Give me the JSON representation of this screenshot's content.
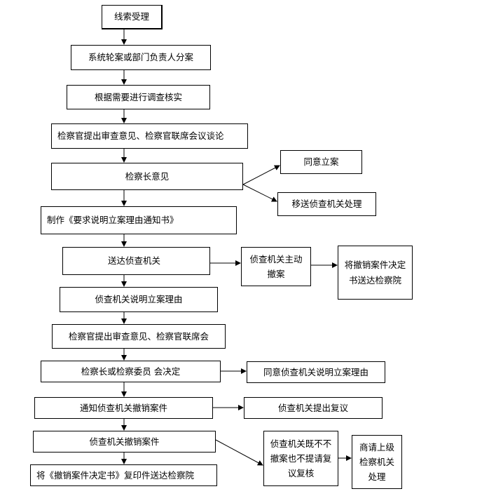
{
  "nodes": {
    "n1": "线索受理",
    "n2": "系统轮案或部门负责人分案",
    "n3": "根据需要进行调查核实",
    "n4": "检察官提出审查意见、检察官联席会议谈论",
    "n5": "检察长意见",
    "n5a": "同意立案",
    "n5b": "移送侦查机关处理",
    "n6": "制作《要求说明立案理由通知书》",
    "n7": "送达侦查机关",
    "n7a": "侦查机关主动撤案",
    "n7b": "将撤销案件决定书送达检察院",
    "n8": "侦查机关说明立案理由",
    "n9": "检察官提出审查意见、检察官联席会",
    "n10": "检察长或检察委员 会决定",
    "n10a": "同意侦查机关说明立案理由",
    "n11": "通知侦查机关撤销案件",
    "n11a": "侦查机关提出复议",
    "n12": "侦查机关撤销案件",
    "n12a": "侦查机关既不不撤案也不提请复议复核",
    "n12b": "商请上级检察机关处理",
    "n13": "将《撤销案件决定书》复印件送达检察院"
  }
}
